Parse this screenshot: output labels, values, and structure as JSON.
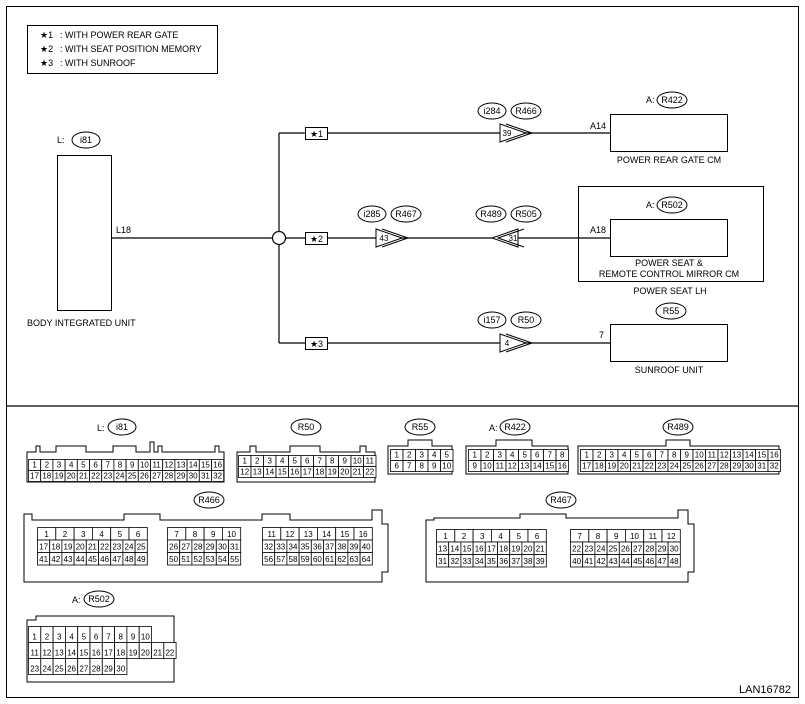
{
  "legend": [
    {
      "mark": "★1",
      "text": ": WITH POWER REAR GATE"
    },
    {
      "mark": "★2",
      "text": ": WITH SEAT POSITION MEMORY"
    },
    {
      "mark": "★3",
      "text": ": WITH SUNROOF"
    }
  ],
  "body_unit": {
    "prefix": "L:",
    "code": "i81",
    "label": "BODY INTEGRATED UNIT",
    "pin": "L18"
  },
  "branch_tags": [
    "★1",
    "★2",
    "★3"
  ],
  "rear_gate": {
    "conn_a": "i284",
    "conn_b": "R466",
    "pin": "39",
    "unit_prefix": "A:",
    "unit_code": "R422",
    "unit_pin": "A14",
    "label": "POWER REAR GATE CM"
  },
  "seat": {
    "conn_a": "i285",
    "conn_b": "R467",
    "pin_a": "43",
    "conn_c": "R489",
    "conn_d": "R505",
    "pin_c": "31",
    "unit_prefix": "A:",
    "unit_code": "R502",
    "unit_pin": "A18",
    "label_line1": "POWER SEAT &",
    "label_line2": "REMOTE CONTROL MIRROR CM",
    "outer_label": "POWER SEAT LH"
  },
  "sunroof": {
    "conn_a": "i157",
    "conn_b": "R50",
    "pin": "4",
    "unit_code": "R55",
    "unit_pin": "7",
    "label": "SUNROOF UNIT"
  },
  "connectors": {
    "i81": {
      "prefix": "L:",
      "code": "i81",
      "rows": [
        [
          "1",
          "2",
          "3",
          "4",
          "5",
          "6",
          "7",
          "8",
          "9",
          "10",
          "11",
          "12",
          "13",
          "14",
          "15",
          "16"
        ],
        [
          "17",
          "18",
          "19",
          "20",
          "21",
          "22",
          "23",
          "24",
          "25",
          "26",
          "27",
          "28",
          "29",
          "30",
          "31",
          "32"
        ]
      ]
    },
    "R50": {
      "code": "R50",
      "rows": [
        [
          "1",
          "2",
          "3",
          "4",
          "5",
          "6",
          "7",
          "8",
          "9",
          "10",
          "11"
        ],
        [
          "12",
          "13",
          "14",
          "15",
          "16",
          "17",
          "18",
          "19",
          "20",
          "21",
          "22"
        ]
      ]
    },
    "R55": {
      "code": "R55",
      "rows": [
        [
          "1",
          "2",
          "3",
          "4",
          "5"
        ],
        [
          "6",
          "7",
          "8",
          "9",
          "10"
        ]
      ]
    },
    "R422": {
      "prefix": "A:",
      "code": "R422",
      "rows": [
        [
          "1",
          "2",
          "3",
          "4",
          "5",
          "6",
          "7",
          "8"
        ],
        [
          "9",
          "10",
          "11",
          "12",
          "13",
          "14",
          "15",
          "16"
        ]
      ]
    },
    "R489": {
      "code": "R489",
      "rows": [
        [
          "1",
          "2",
          "3",
          "4",
          "5",
          "6",
          "7",
          "8",
          "9",
          "10",
          "11",
          "12",
          "13",
          "14",
          "15",
          "16"
        ],
        [
          "17",
          "18",
          "19",
          "20",
          "21",
          "22",
          "23",
          "24",
          "25",
          "26",
          "27",
          "28",
          "29",
          "30",
          "31",
          "32"
        ]
      ]
    },
    "R466": {
      "code": "R466",
      "blocks": [
        [
          [
            "1",
            "2",
            "3",
            "4",
            "5",
            "6"
          ],
          [
            "17",
            "18",
            "19",
            "20",
            "21",
            "22",
            "23",
            "24",
            "25"
          ],
          [
            "41",
            "42",
            "43",
            "44",
            "45",
            "46",
            "47",
            "48",
            "49"
          ]
        ],
        [
          [
            "7",
            "8",
            "9",
            "10"
          ],
          [
            "26",
            "27",
            "28",
            "29",
            "30",
            "31"
          ],
          [
            "50",
            "51",
            "52",
            "53",
            "54",
            "55"
          ]
        ],
        [
          [
            "11",
            "12",
            "13",
            "14",
            "15",
            "16"
          ],
          [
            "32",
            "33",
            "34",
            "35",
            "36",
            "37",
            "38",
            "39",
            "40"
          ],
          [
            "56",
            "57",
            "58",
            "59",
            "60",
            "61",
            "62",
            "63",
            "64"
          ]
        ]
      ]
    },
    "R467": {
      "code": "R467",
      "blocks": [
        [
          [
            "1",
            "2",
            "3",
            "4",
            "5",
            "6"
          ],
          [
            "13",
            "14",
            "15",
            "16",
            "17",
            "18",
            "19",
            "20",
            "21"
          ],
          [
            "31",
            "32",
            "33",
            "34",
            "35",
            "36",
            "37",
            "38",
            "39"
          ]
        ],
        [
          [
            "7",
            "8",
            "9",
            "10",
            "11",
            "12"
          ],
          [
            "22",
            "23",
            "24",
            "25",
            "26",
            "27",
            "28",
            "29",
            "30"
          ],
          [
            "40",
            "41",
            "42",
            "43",
            "44",
            "45",
            "46",
            "47",
            "48"
          ]
        ]
      ]
    },
    "R502": {
      "prefix": "A:",
      "code": "R502",
      "rows": [
        [
          "1",
          "2",
          "3",
          "4",
          "5",
          "6",
          "7",
          "8",
          "9",
          "10"
        ],
        [
          "11",
          "12",
          "13",
          "14",
          "15",
          "16",
          "17",
          "18",
          "19",
          "20",
          "21",
          "22"
        ],
        [
          "23",
          "24",
          "25",
          "26",
          "27",
          "28",
          "29",
          "30"
        ]
      ]
    }
  },
  "figure_code": "LAN16782"
}
